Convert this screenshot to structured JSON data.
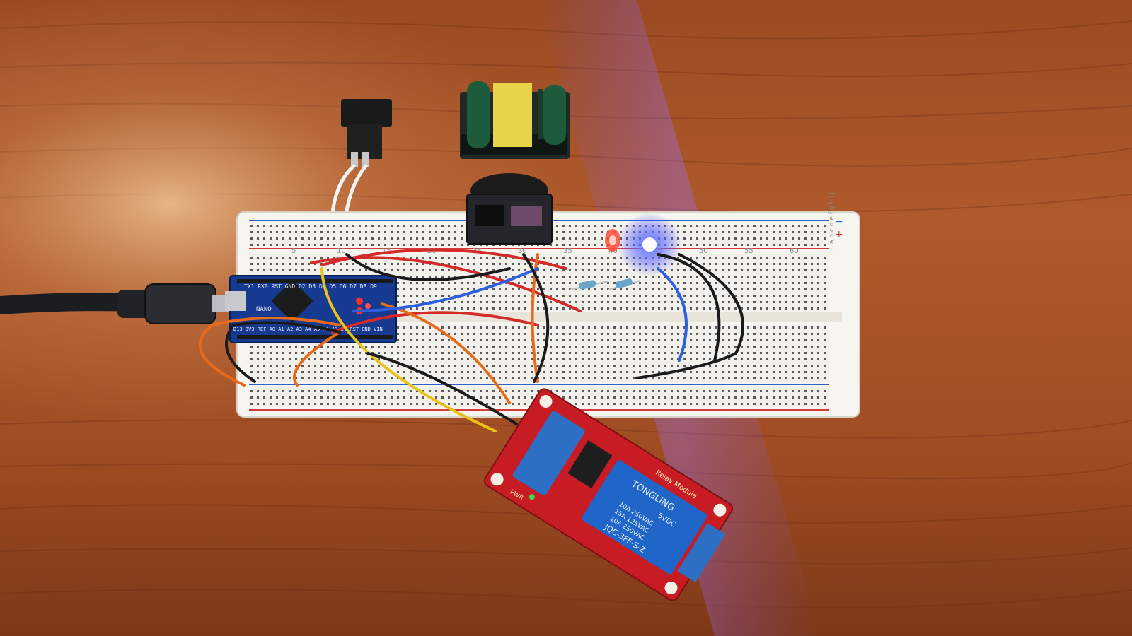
{
  "relay_board": {
    "module_label": "Relay Module",
    "pwr_label": "PWR",
    "brand": "TONGLING",
    "rating_1": "5VDC",
    "rating_2": "10A 250VAC",
    "rating_3": "15A 125VAC",
    "rating_4": "10A 250VAC",
    "model": "JQC-3FF-S-Z"
  },
  "arduino": {
    "pin_row_top": "TX1 RX0 RST GND D2 D3 D4 D5 D6 D7 D8 D9",
    "pin_row_bottom": "D13 3V3 REF A0 A1 A2 A3 A4 A5 A6 A7 5V RST GND VIN",
    "board_name": "NANO"
  },
  "breadboard": {
    "col_ticks": [
      "5",
      "10",
      "15",
      "20",
      "25",
      "30",
      "35",
      "40",
      "45",
      "50",
      "55",
      "60"
    ],
    "row_letters": "a b c d e f g h i j",
    "plus_sign": "+",
    "minus_sign": "−"
  }
}
